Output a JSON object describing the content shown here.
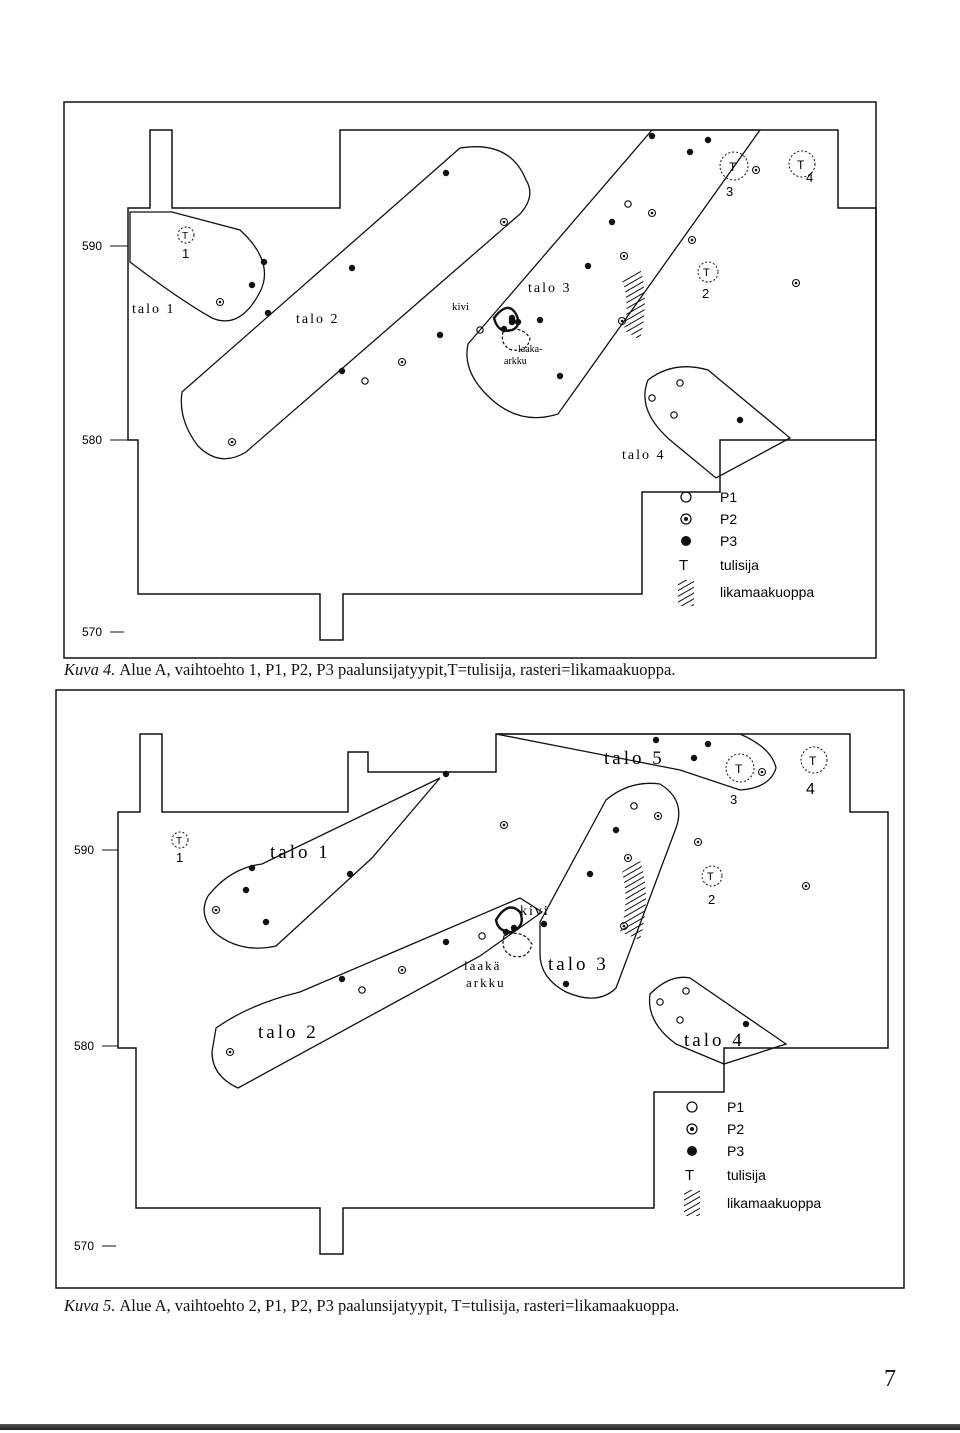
{
  "figure4": {
    "axis_labels": [
      "590",
      "580",
      "570"
    ],
    "houses": [
      "talo 1",
      "talo 2",
      "talo 3",
      "talo 4"
    ],
    "kivi": "kivi",
    "laaka_1": "laaka-",
    "laaka_2": "arkku",
    "fire_numbers": [
      "1",
      "2",
      "3",
      "4"
    ],
    "caption_label": "Kuva 4.",
    "caption_text": "Alue A, vaihtoehto 1, P1, P2, P3 paalunsijatyypit,T=tulisija, rasteri=likamaakuoppa."
  },
  "figure5": {
    "axis_labels": [
      "590",
      "580",
      "570"
    ],
    "houses": [
      "talo 1",
      "talo 2",
      "talo 3",
      "talo 4",
      "talo 5"
    ],
    "kivi": "kivi",
    "laaka_1": "laakä",
    "laaka_2": "arkku",
    "fire_numbers": [
      "1",
      "2",
      "3",
      "4"
    ],
    "caption_label": "Kuva 5.",
    "caption_text": "Alue A, vaihtoehto 2, P1, P2, P3 paalunsijatyypit, T=tulisija, rasteri=likamaakuoppa."
  },
  "legend": {
    "items": [
      {
        "symbol": "open-circle",
        "label": "P1"
      },
      {
        "symbol": "dotted-circle",
        "label": "P2"
      },
      {
        "symbol": "filled-circle",
        "label": "P3"
      },
      {
        "symbol": "T",
        "label": "tulisija"
      },
      {
        "symbol": "hatch",
        "label": "likamaakuoppa"
      }
    ]
  },
  "page_number": "7"
}
